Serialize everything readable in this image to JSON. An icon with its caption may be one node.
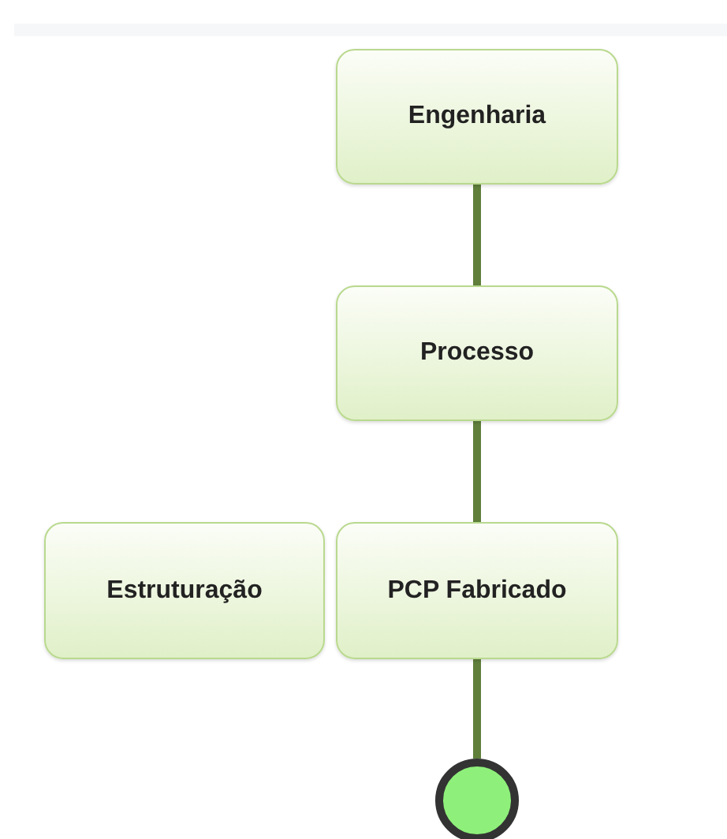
{
  "diagram": {
    "nodes": [
      {
        "text": [
          "Engenharia"
        ]
      },
      {
        "text": [
          "Processo"
        ]
      },
      {
        "text": [
          "Estruturação"
        ]
      },
      {
        "text": [
          "PCP Fabricado"
        ]
      },
      {
        "text": [],
        "shape": "circle"
      }
    ],
    "edges": [
      {
        "from": 0,
        "to": 1,
        "arrow": "none"
      },
      {
        "from": 1,
        "to": 3,
        "arrow": "none"
      },
      {
        "from": 3,
        "to": 4,
        "arrow": "none"
      }
    ]
  }
}
